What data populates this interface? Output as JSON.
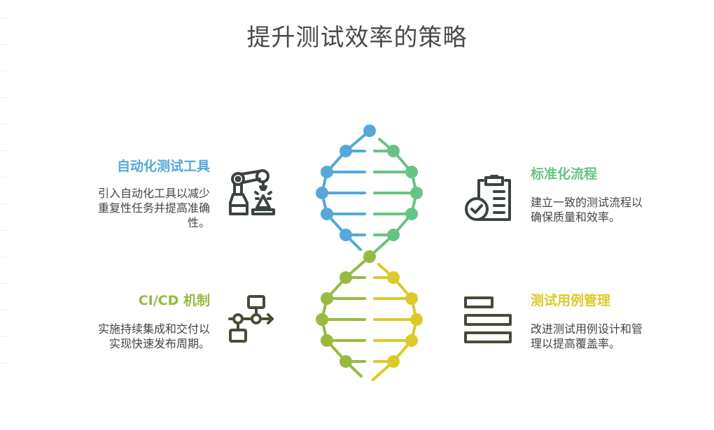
{
  "title": "提升测试效率的策略",
  "colors": {
    "blue": "#55a9d8",
    "green": "#67c383",
    "olive": "#97bb3f",
    "yellow": "#dcc92a",
    "icon_dark": "#3c4441",
    "icon_olive_dark": "#4b4a36"
  },
  "items": [
    {
      "position": "left-top",
      "heading": "自动化测试工具",
      "description": "引入自动化工具以减少重复性任务并提高准确性。",
      "description_lines": [
        "引入自动化工具以减少",
        "重复性任务并提高准确",
        "性。"
      ],
      "color": "#55a9d8",
      "icon": "robotic-arm-icon"
    },
    {
      "position": "right-top",
      "heading": "标准化流程",
      "description": "建立一致的测试流程以确保质量和效率。",
      "description_lines": [
        "建立一致的测试流程以",
        "确保质量和效率。"
      ],
      "color": "#67c383",
      "icon": "clipboard-check-icon"
    },
    {
      "position": "left-bottom",
      "heading": "CI/CD 机制",
      "description": "实施持续集成和交付以实现快速发布周期。",
      "description_lines": [
        "实施持续集成和交付以",
        "实现快速发布周期。"
      ],
      "color": "#97bb3f",
      "icon": "pipeline-flow-icon"
    },
    {
      "position": "right-bottom",
      "heading": "测试用例管理",
      "description": "改进测试用例设计和管理以提高覆盖率。",
      "description_lines": [
        "改进测试用例设计和管",
        "理以提高覆盖率。"
      ],
      "color": "#dcc92a",
      "icon": "stacked-bars-icon"
    }
  ]
}
